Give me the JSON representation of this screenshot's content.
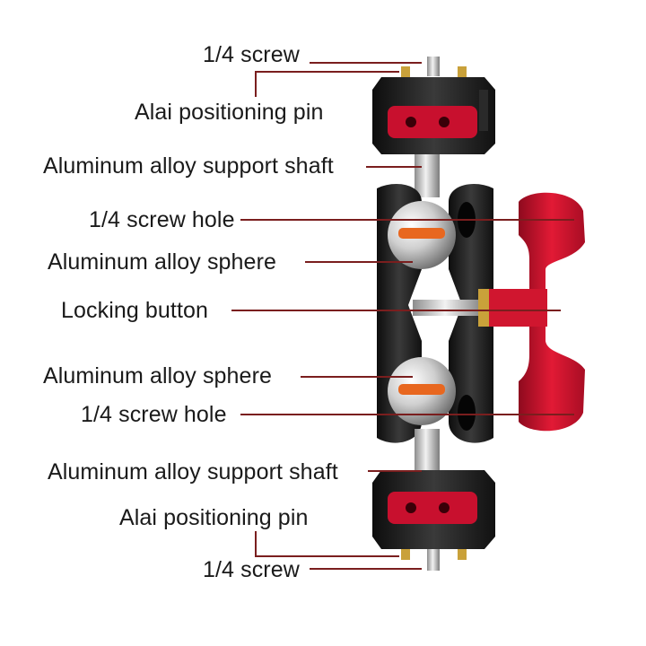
{
  "callouts": [
    {
      "id": "top-screw",
      "text": "1/4 screw"
    },
    {
      "id": "top-pin",
      "text": "Alai positioning pin"
    },
    {
      "id": "top-shaft",
      "text": "Aluminum alloy support shaft"
    },
    {
      "id": "screw-hole-upper",
      "text": "1/4 screw hole"
    },
    {
      "id": "sphere-upper",
      "text": "Aluminum alloy sphere"
    },
    {
      "id": "locking-button",
      "text": "Locking button"
    },
    {
      "id": "sphere-lower",
      "text": "Aluminum alloy sphere"
    },
    {
      "id": "screw-hole-lower",
      "text": "1/4 screw hole"
    },
    {
      "id": "bottom-shaft",
      "text": "Aluminum alloy support shaft"
    },
    {
      "id": "bottom-pin",
      "text": "Alai positioning pin"
    },
    {
      "id": "bottom-screw",
      "text": "1/4 screw"
    }
  ],
  "colors": {
    "leader_line": "#7a1e1e",
    "knob_red": "#c8102e",
    "clamp_black": "#1b1b1b",
    "metal_silver": "#c9c9c9",
    "brass": "#c9a13a",
    "orange_ring": "#e8671f"
  }
}
